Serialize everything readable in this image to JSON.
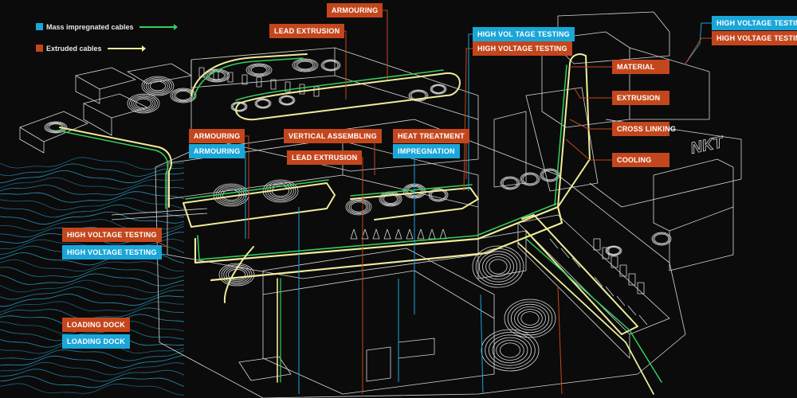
{
  "legend": {
    "mass": {
      "label": "Mass impregnated cables",
      "color": "#1aa6d8",
      "line_color": "#33d060"
    },
    "extruded": {
      "label": "Extruded cables",
      "color": "#c4461c",
      "line_color": "#f0ec9a"
    }
  },
  "colors": {
    "orange_tag": "#c4461c",
    "blue_tag": "#1aa6d8",
    "background": "#0b0b0b",
    "water": "#2da9d6",
    "wire": "#d8d8d8"
  },
  "labels": {
    "armouring_top": "ARMOURING",
    "lead_extrusion_top": "LEAD EXTRUSION",
    "high_voltage_testing_blue_mid": "HIGH VOL TAGE TESTING",
    "high_voltage_testing_orange_mid": "HIGH VOLTAGE TESTING",
    "high_voltage_testing_blue_right": "HIGH VOLTAGE TESTING",
    "high_voltage_testing_orange_right": "HIGH VOLTAGE TESTING",
    "material": "MATERIAL",
    "extrusion": "EXTRUSION",
    "cross_linking": "CROSS LINKING",
    "cooling": "COOLING",
    "armouring_orange_left": "ARMOURING",
    "armouring_blue_left": "ARMOURING",
    "vertical_assembling": "VERTICAL ASSEMBLING",
    "lead_extrusion_mid": "LEAD EXTRUSION",
    "heat_treatment": "HEAT TREATMENT",
    "impregnation": "IMPREGNATION",
    "high_voltage_testing_orange_left": "HIGH VOLTAGE TESTING",
    "high_voltage_testing_blue_left": "HIGH VOLTAGE TESTING",
    "loading_dock_orange": "LOADING DOCK",
    "loading_dock_blue": "LOADING DOCK"
  },
  "building_sign": "NKT"
}
